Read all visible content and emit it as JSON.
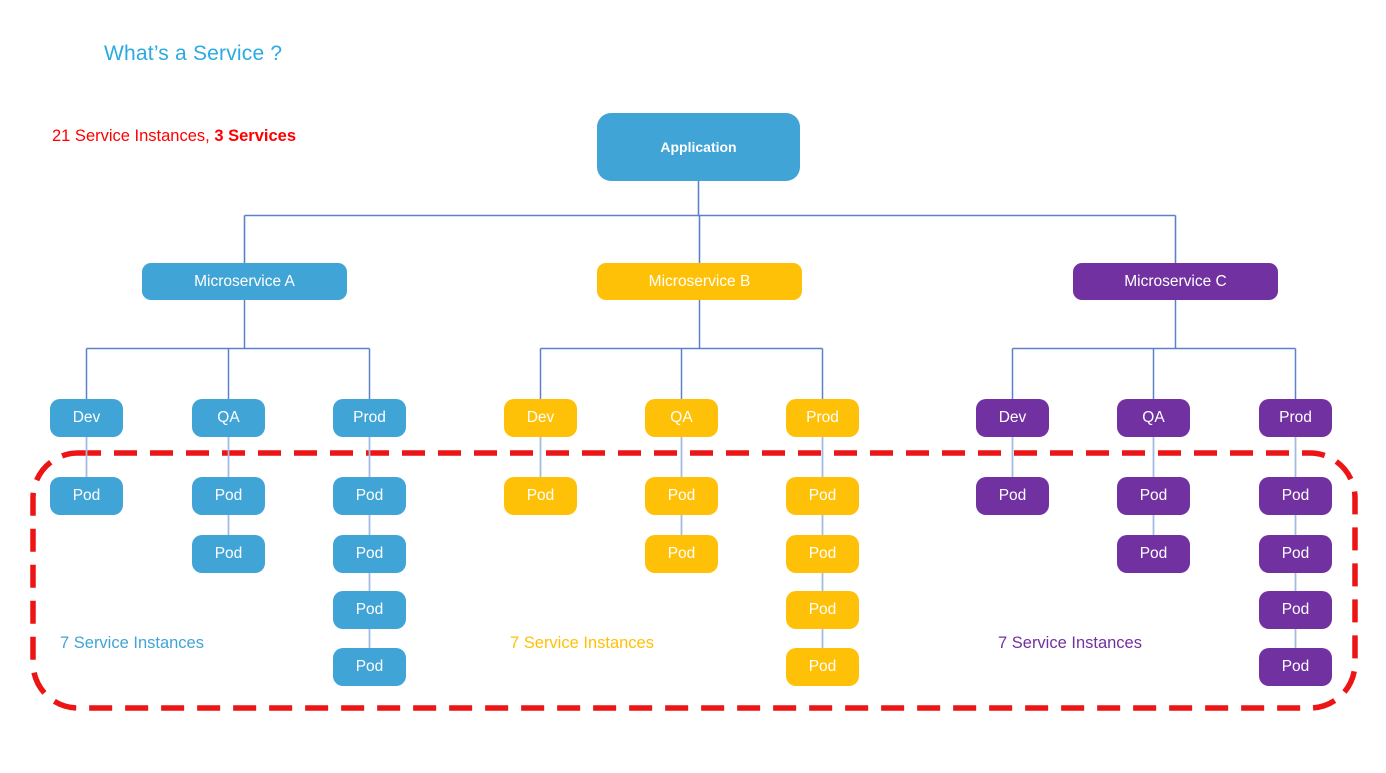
{
  "page": {
    "title": "What’s a Service ?",
    "summary_regular": "21 Service Instances, ",
    "summary_bold": "3 Services"
  },
  "colors": {
    "title": "#29ABE2",
    "summary_text": "#FF0000",
    "outline": "#EC1414",
    "tree_connector": "#5B82C9",
    "pod_connector": "#A2BBE2",
    "service_blue": "#41A4D6",
    "service_yellow": "#FFC107",
    "service_purple": "#7231A0"
  },
  "tree": {
    "root": {
      "label": "Application",
      "color": "service_blue"
    },
    "groups": [
      {
        "label": "Microservice A",
        "color": "service_blue",
        "note": "7 Service Instances",
        "environments": [
          {
            "label": "Dev",
            "pods": [
              "Pod"
            ]
          },
          {
            "label": "QA",
            "pods": [
              "Pod",
              "Pod"
            ]
          },
          {
            "label": "Prod",
            "pods": [
              "Pod",
              "Pod",
              "Pod",
              "Pod"
            ]
          }
        ]
      },
      {
        "label": "Microservice B",
        "color": "service_yellow",
        "note": "7 Service Instances",
        "environments": [
          {
            "label": "Dev",
            "pods": [
              "Pod"
            ]
          },
          {
            "label": "QA",
            "pods": [
              "Pod",
              "Pod"
            ]
          },
          {
            "label": "Prod",
            "pods": [
              "Pod",
              "Pod",
              "Pod",
              "Pod"
            ]
          }
        ]
      },
      {
        "label": "Microservice C",
        "color": "service_purple",
        "note": "7 Service Instances",
        "environments": [
          {
            "label": "Dev",
            "pods": [
              "Pod"
            ]
          },
          {
            "label": "QA",
            "pods": [
              "Pod",
              "Pod"
            ]
          },
          {
            "label": "Prod",
            "pods": [
              "Pod",
              "Pod",
              "Pod",
              "Pod"
            ]
          }
        ]
      }
    ]
  }
}
